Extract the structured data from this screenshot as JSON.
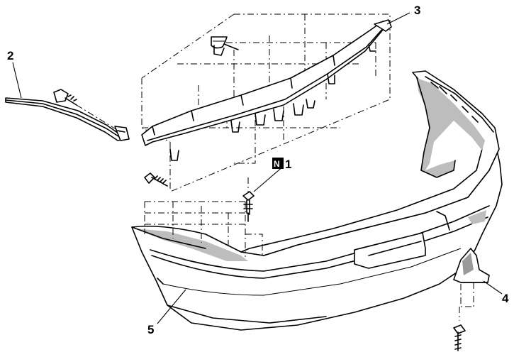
{
  "callouts": {
    "part_1": "1",
    "part_1_badge": "N",
    "part_2": "2",
    "part_3": "3",
    "part_4": "4",
    "part_5": "5"
  }
}
